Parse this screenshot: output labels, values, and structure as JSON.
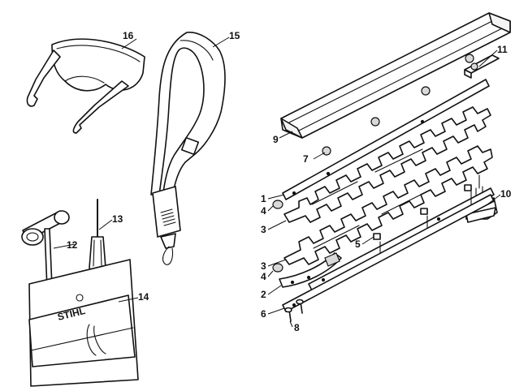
{
  "diagram": {
    "callouts": {
      "c1": "1",
      "c2": "2",
      "c3a": "3",
      "c3b": "3",
      "c4a": "4",
      "c4b": "4",
      "c5": "5",
      "c6": "6",
      "c7": "7",
      "c8": "8",
      "c9": "9",
      "c10": "10",
      "c11": "11",
      "c12": "12",
      "c13": "13",
      "c14": "14",
      "c15": "15",
      "c16": "16"
    },
    "pouch_brand": "STIHL"
  },
  "colors": {
    "ink": "#111111",
    "background": "#ffffff"
  }
}
